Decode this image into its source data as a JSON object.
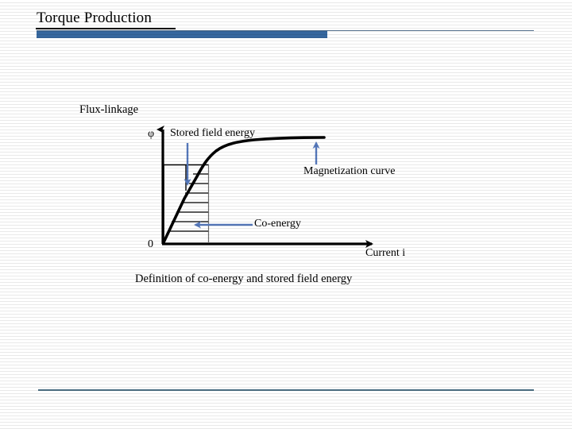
{
  "slide": {
    "title": "Torque Production",
    "background_color": "#ffffff",
    "accent_color": "#36679e",
    "rule_color": "#4d7186",
    "arrow_color": "#5578bb",
    "text_color": "#000000"
  },
  "figure": {
    "y_axis_label": "Flux-linkage",
    "y_axis_symbol": "φ",
    "x_axis_label": "Current i",
    "origin_label": "0",
    "annotations": {
      "stored_field_energy": "Stored field energy",
      "magnetization_curve": "Magnetization curve",
      "co_energy": "Co-energy"
    },
    "caption": "Definition of co-energy and stored field energy"
  },
  "chart_data": {
    "type": "line",
    "title": "Definition of co-energy and stored field energy",
    "xlabel": "Current i",
    "ylabel": "Flux-linkage",
    "y_symbol": "φ",
    "grid": false,
    "legend": "none",
    "xlim": [
      0,
      10
    ],
    "ylim": [
      0,
      10
    ],
    "origin_tick_label": "0",
    "series": [
      {
        "name": "Magnetization curve",
        "type": "line",
        "x": [
          0.0,
          0.4,
          0.8,
          1.2,
          1.6,
          1.9,
          2.1,
          2.3,
          2.6,
          3.0,
          3.6,
          4.4,
          5.4,
          6.6,
          7.8,
          9.0
        ],
        "y": [
          0.0,
          0.85,
          1.75,
          2.65,
          3.55,
          4.3,
          5.0,
          5.8,
          6.6,
          7.1,
          7.5,
          7.8,
          8.0,
          8.2,
          8.35,
          8.5
        ]
      }
    ],
    "regions": [
      {
        "name": "Stored field energy",
        "description": "hatched area between flux-linkage axis and the magnetization curve, above the curve",
        "fill": "horizontal-hatch",
        "annotation_arrow": "down"
      },
      {
        "name": "Co-energy",
        "description": "hatched area below the magnetization curve, right of the curve to the operating-point ordinate",
        "fill": "horizontal-hatch",
        "annotation_arrow": "left"
      }
    ],
    "annotations": [
      {
        "text": "Stored field energy",
        "arrow": "down",
        "target_region": "Stored field energy"
      },
      {
        "text": "Co-energy",
        "arrow": "left",
        "target_region": "Co-energy"
      },
      {
        "text": "Magnetization curve",
        "arrow": "up",
        "target_series": "Magnetization curve"
      }
    ]
  }
}
